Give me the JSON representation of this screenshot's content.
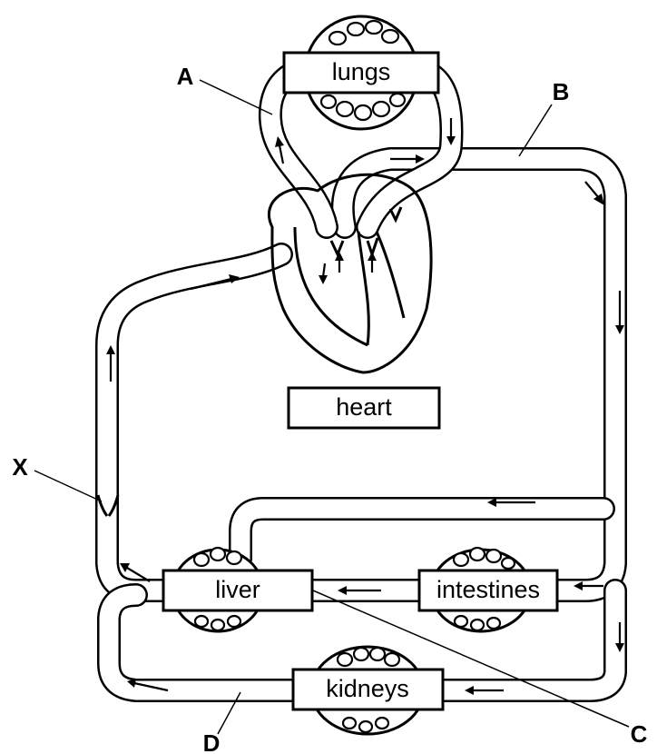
{
  "organs": {
    "lungs": "lungs",
    "heart": "heart",
    "liver": "liver",
    "intestines": "intestines",
    "kidneys": "kidneys"
  },
  "labels": {
    "A": "A",
    "B": "B",
    "C": "C",
    "D": "D",
    "X": "X"
  },
  "colors": {
    "stroke": "#000000",
    "background": "#ffffff"
  }
}
